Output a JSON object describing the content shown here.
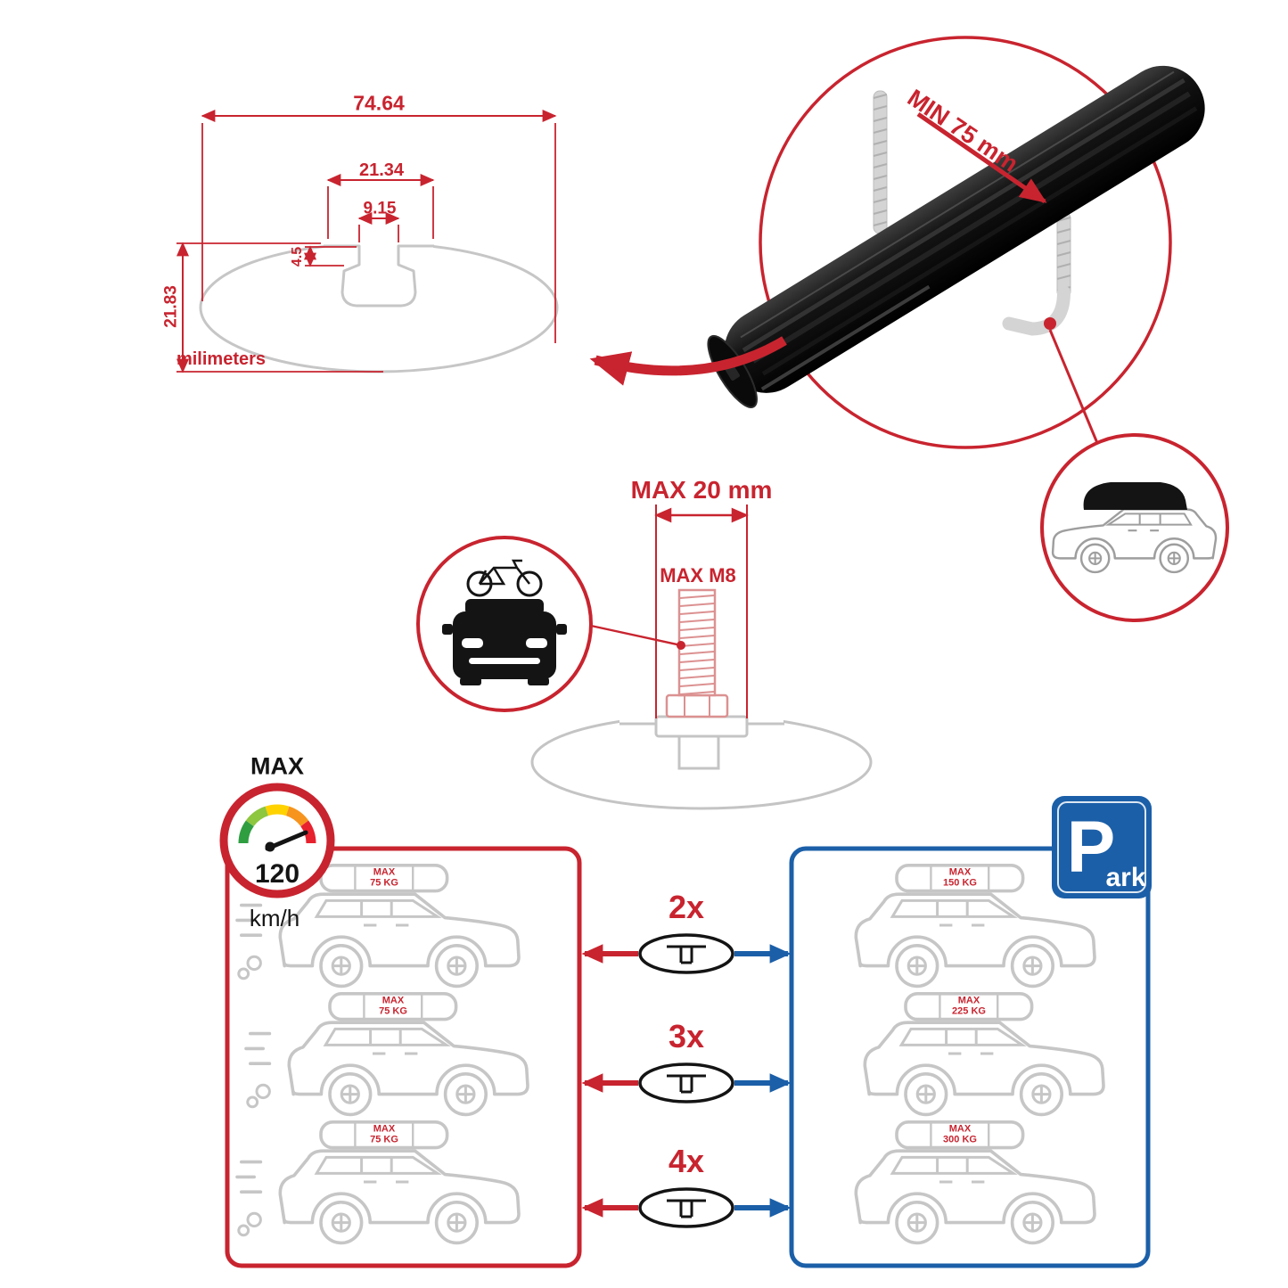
{
  "colors": {
    "red": "#c8242f",
    "blue": "#1b5fa8",
    "light_gray": "#c6c6c6",
    "black": "#141414",
    "salmon": "#dc9191"
  },
  "cross_section_diagram": {
    "total_width": "74.64",
    "channel_outer_width": "21.34",
    "channel_opening": "9.15",
    "lip_depth": "4.5",
    "total_height": "21.83",
    "units_label": "milimeters"
  },
  "bar_closeup": {
    "clamp_clearance": "MIN 75 mm"
  },
  "bolt_diagram": {
    "flange_width": "MAX 20 mm",
    "thread_size": "MAX M8"
  },
  "speed_limit": {
    "label": "MAX",
    "value": "120",
    "units": "km/h"
  },
  "park_sign": {
    "initial": "P",
    "suffix": "ark"
  },
  "driving_panel": {
    "cars": [
      {
        "max_label": "MAX",
        "weight": "75 KG"
      },
      {
        "max_label": "MAX",
        "weight": "75 KG"
      },
      {
        "max_label": "MAX",
        "weight": "75 KG"
      }
    ]
  },
  "parked_panel": {
    "cars": [
      {
        "max_label": "MAX",
        "weight": "150 KG"
      },
      {
        "max_label": "MAX",
        "weight": "225 KG"
      },
      {
        "max_label": "MAX",
        "weight": "300 KG"
      }
    ]
  },
  "bar_quantities": [
    {
      "label": "2x"
    },
    {
      "label": "3x"
    },
    {
      "label": "4x"
    }
  ]
}
